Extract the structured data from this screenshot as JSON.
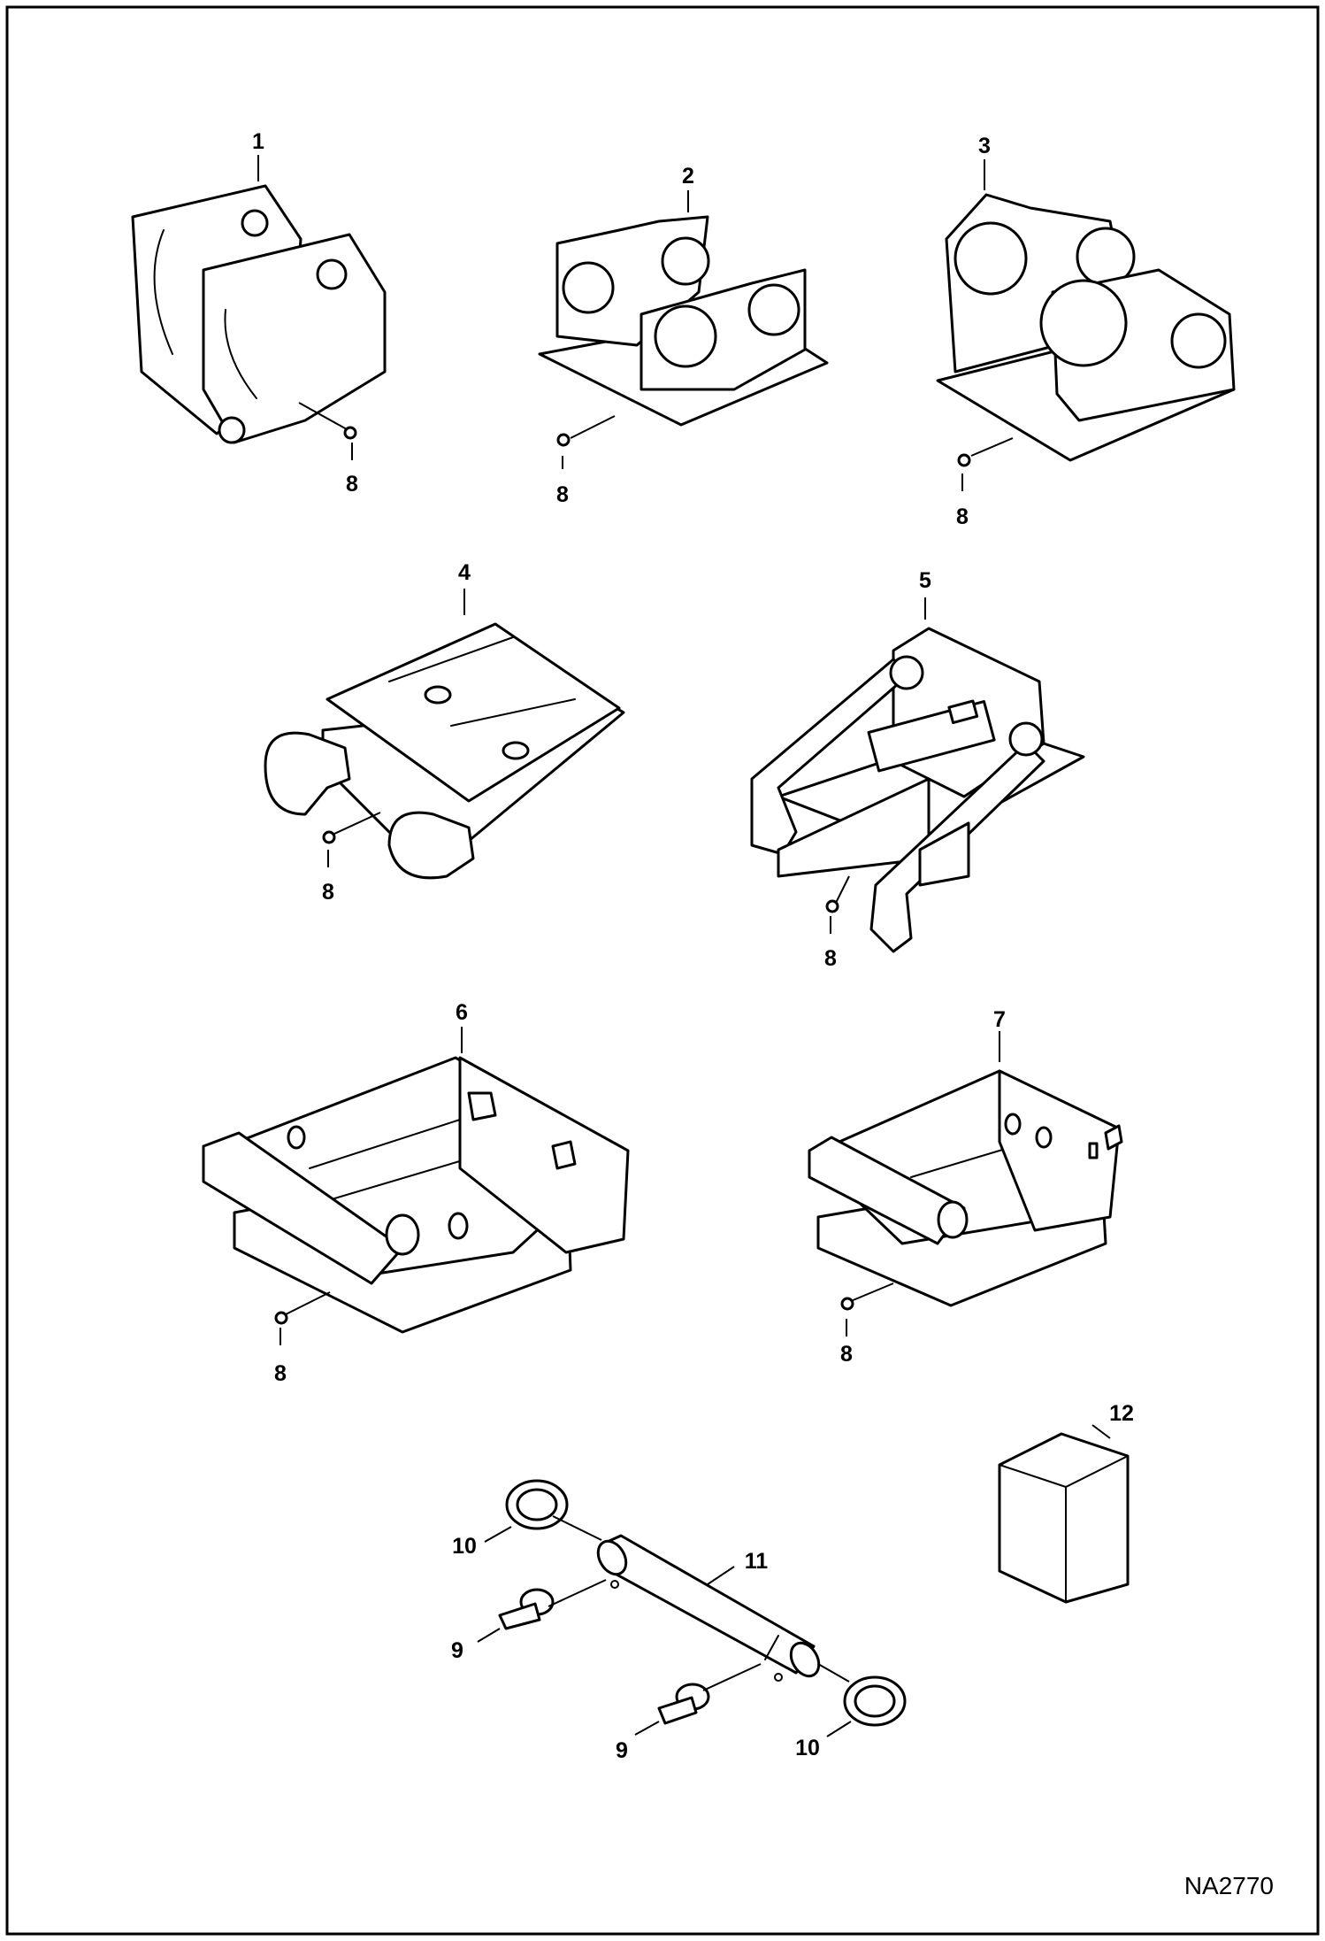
{
  "drawing_number": "NA2770",
  "callouts": {
    "c1": "1",
    "c2": "2",
    "c3": "3",
    "c4": "4",
    "c5": "5",
    "c6": "6",
    "c7": "7",
    "c8": "8",
    "c9": "9",
    "c10": "10",
    "c11": "11",
    "c12": "12"
  }
}
